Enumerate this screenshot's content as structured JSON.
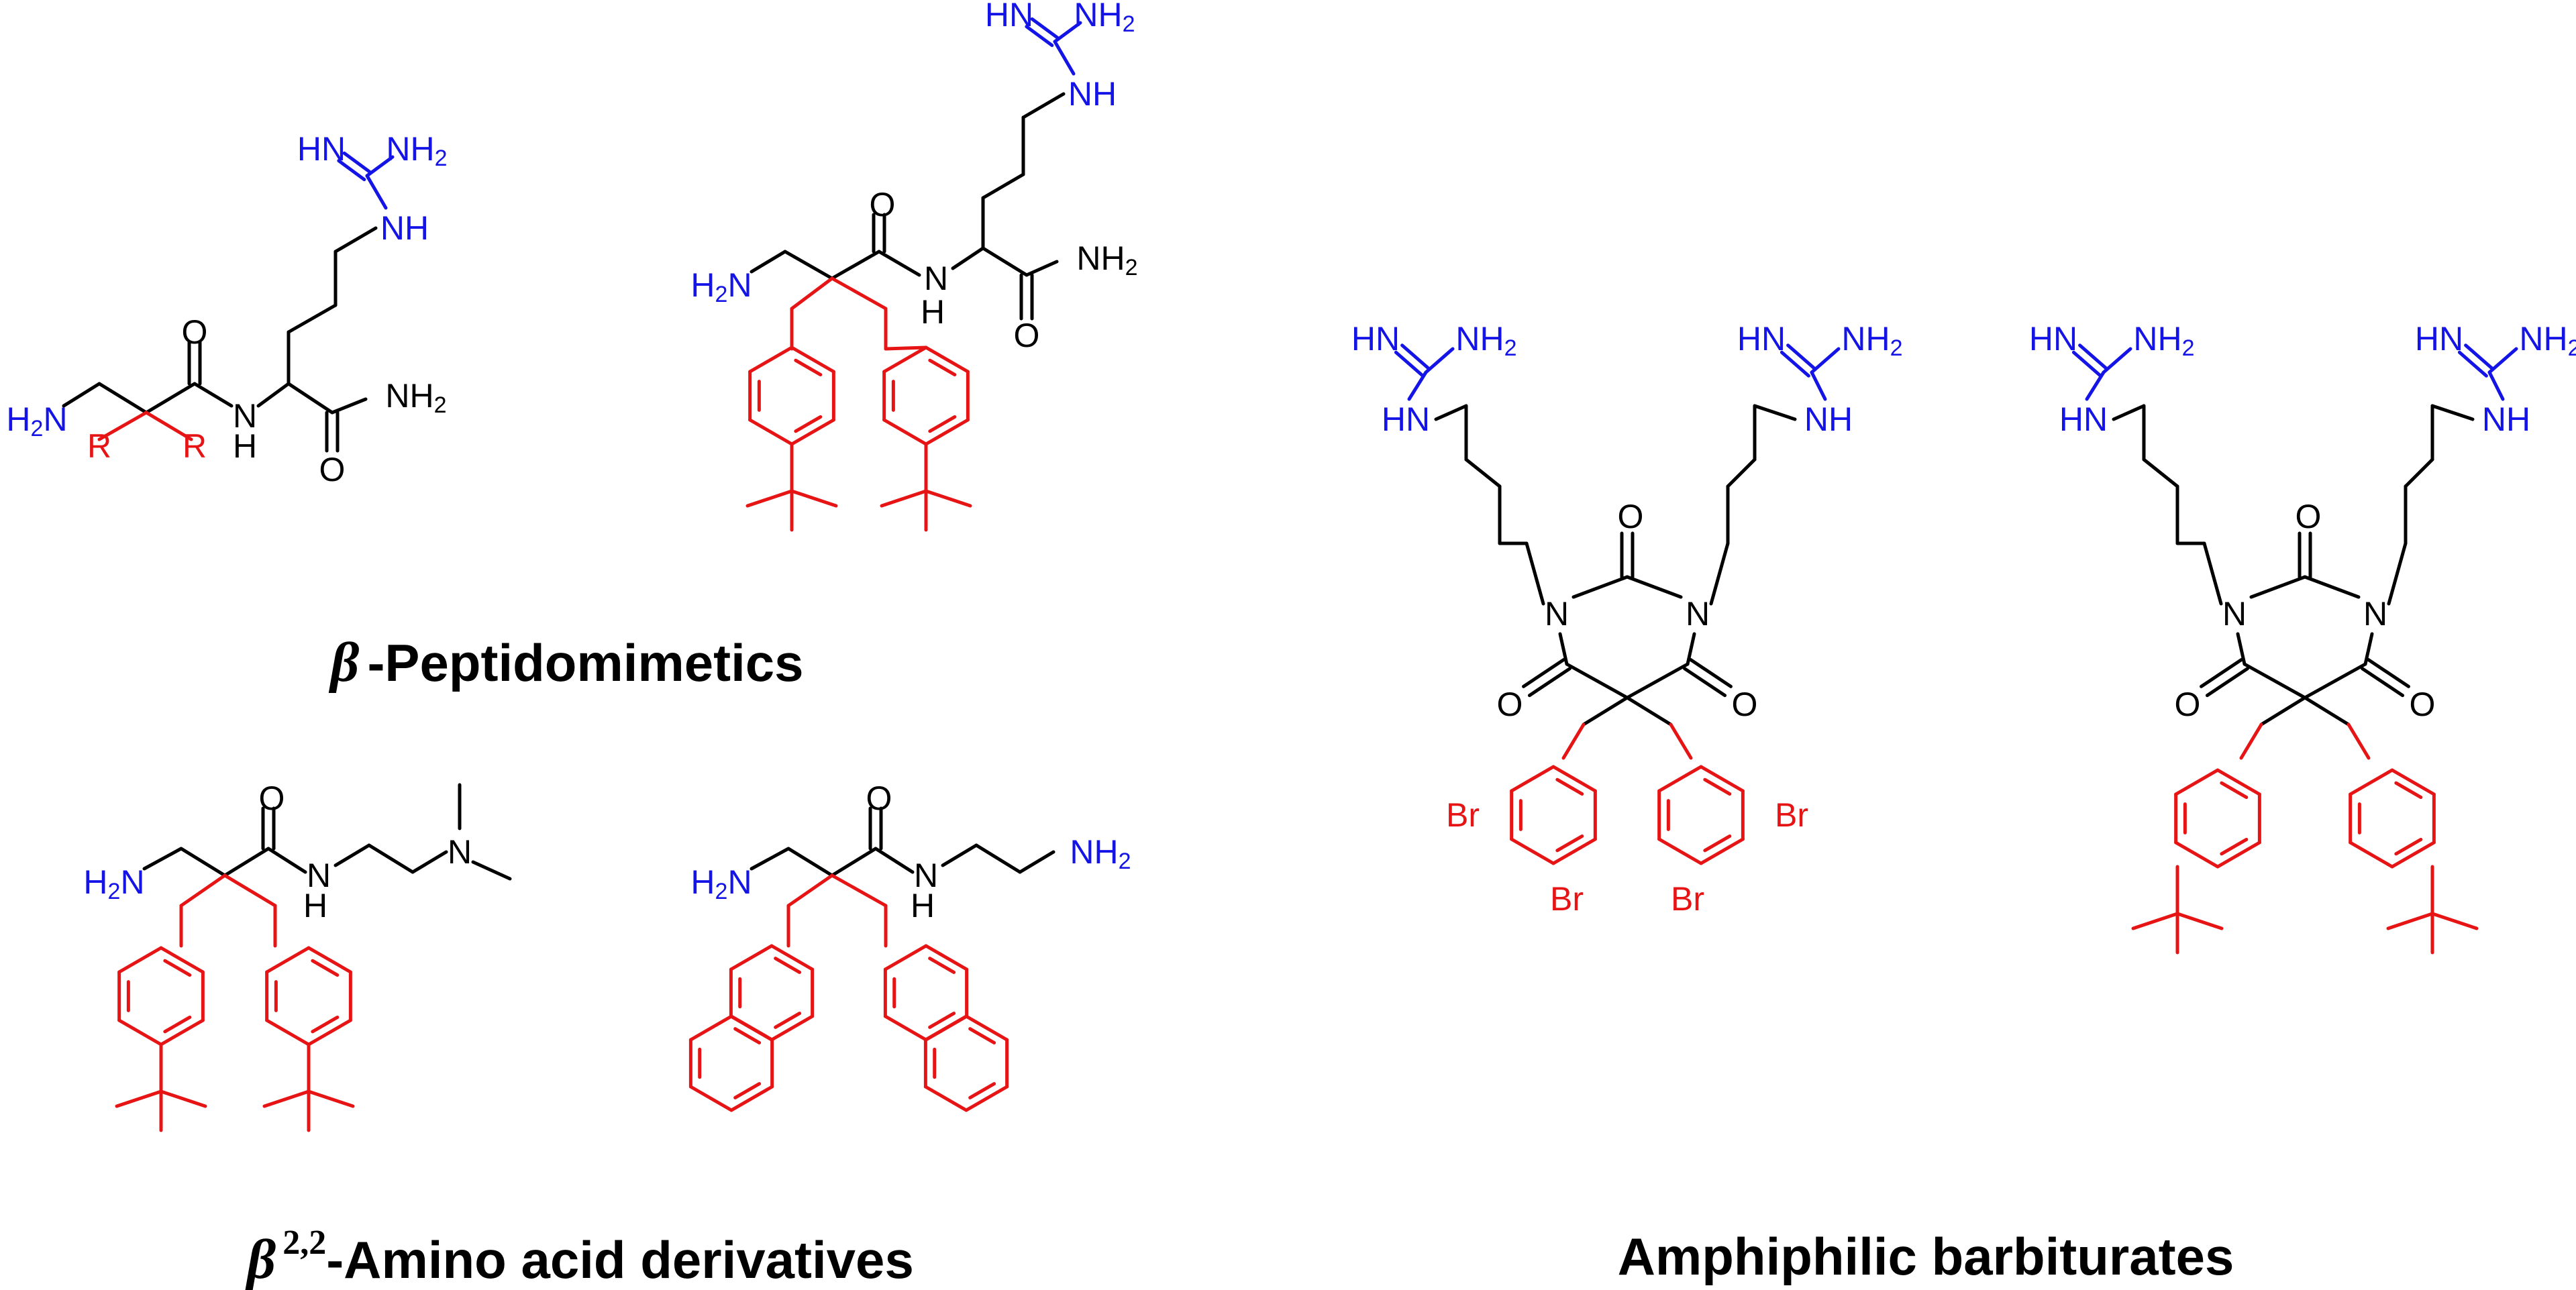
{
  "colors": {
    "black": "#000000",
    "blue": "#1414e6",
    "red": "#e61414"
  },
  "captions": {
    "peptidomimetics": {
      "greek": "β",
      "text": "-Peptidomimetics"
    },
    "amino_acid": {
      "greek": "β",
      "superscript": "2,2",
      "text": "-Amino acid derivatives"
    },
    "barbiturates": {
      "text": "Amphiphilic barbiturates"
    }
  },
  "atom_labels": {
    "HN": "HN",
    "NH": "NH",
    "NH2_main": "NH",
    "sub2": "2",
    "H2N_main": "H",
    "N": "N",
    "H": "H",
    "O": "O",
    "R": "R",
    "Br": "Br"
  }
}
